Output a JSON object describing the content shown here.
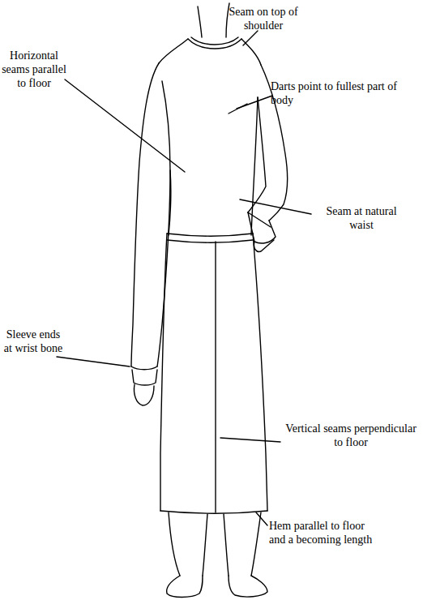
{
  "diagram": {
    "labels": [
      "Seam on top of shoulder",
      "Horizontal seams parallel to floor",
      "Darts point to fullest part of body",
      "Seam at natural waist",
      "Sleeve ends at wrist bone",
      "Vertical seams perpendicular to floor",
      "Hem parallel to floor and a becoming length"
    ]
  }
}
